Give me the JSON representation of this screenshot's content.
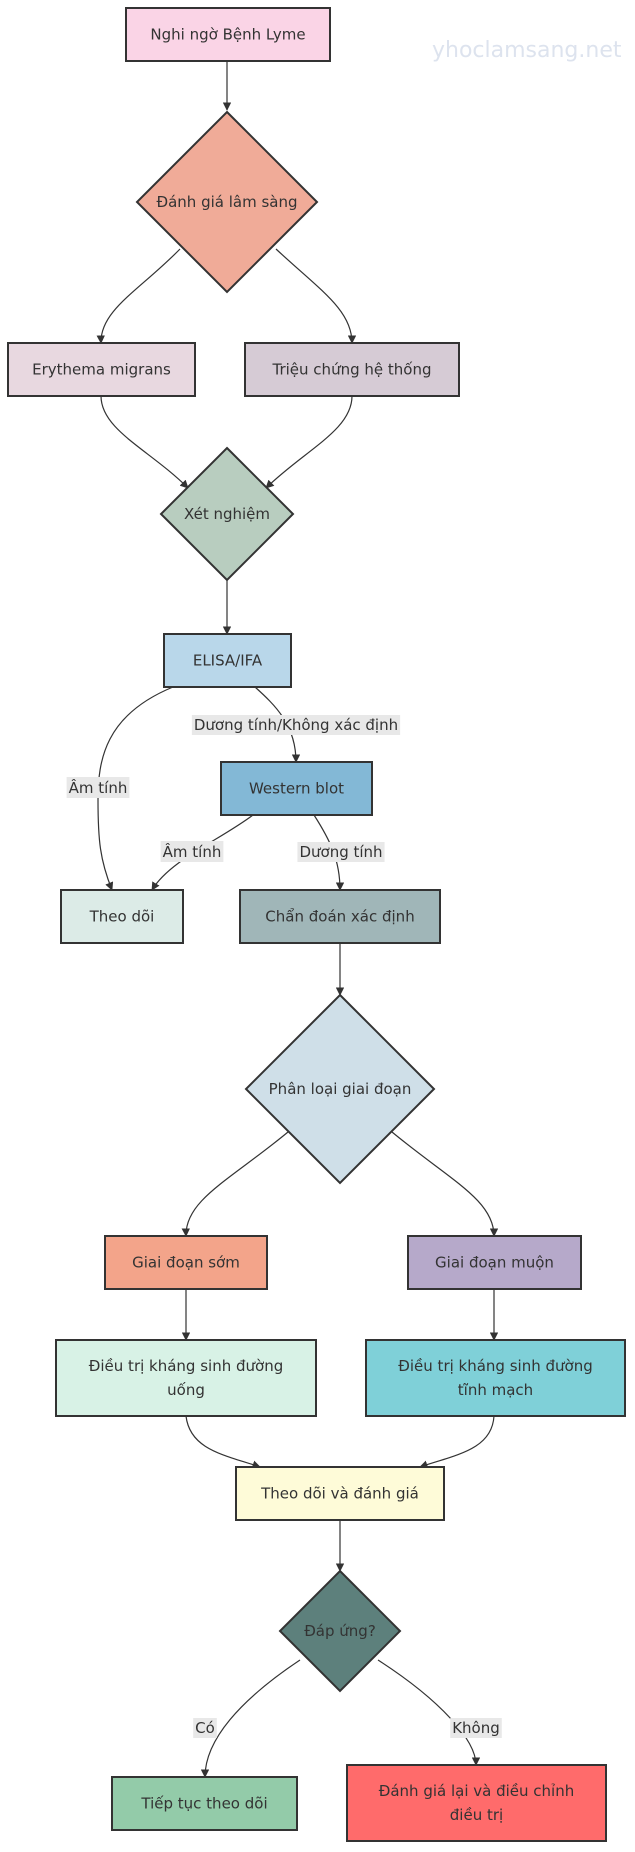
{
  "watermark": "yhoclamsang.net",
  "colors": {
    "stroke": "#333333",
    "edge": "#333333",
    "edge_label_bg": "#e8e8e8"
  },
  "nodes": {
    "suspect": {
      "lines": [
        "Nghi ngờ Bệnh Lyme"
      ],
      "fill": "#fad4e6"
    },
    "clinical": {
      "lines": [
        "Đánh giá lâm sàng"
      ],
      "fill": "#f0ab98"
    },
    "erythema": {
      "lines": [
        "Erythema migrans"
      ],
      "fill": "#e8d8e0"
    },
    "systemic": {
      "lines": [
        "Triệu chứng hệ thống"
      ],
      "fill": "#d6cbd5"
    },
    "testing": {
      "lines": [
        "Xét nghiệm"
      ],
      "fill": "#b8cdbf"
    },
    "elisa": {
      "lines": [
        "ELISA/IFA"
      ],
      "fill": "#b9d7ea"
    },
    "western": {
      "lines": [
        "Western blot"
      ],
      "fill": "#83b8d6"
    },
    "monitor": {
      "lines": [
        "Theo dõi"
      ],
      "fill": "#dcebe7"
    },
    "confirmed": {
      "lines": [
        "Chẩn đoán xác định"
      ],
      "fill": "#a0b6b8"
    },
    "staging": {
      "lines": [
        "Phân loại giai đoạn"
      ],
      "fill": "#cfdfe8"
    },
    "early": {
      "lines": [
        "Giai đoạn sớm"
      ],
      "fill": "#f3a48a"
    },
    "late": {
      "lines": [
        "Giai đoạn muộn"
      ],
      "fill": "#b6a9ca"
    },
    "oral": {
      "lines": [
        "Điều trị kháng sinh đường",
        "uống"
      ],
      "fill": "#d8f2e6"
    },
    "iv": {
      "lines": [
        "Điều trị kháng sinh đường",
        "tĩnh mạch"
      ],
      "fill": "#7fd0d8"
    },
    "followup": {
      "lines": [
        "Theo dõi và đánh giá"
      ],
      "fill": "#fefbd8"
    },
    "response": {
      "lines": [
        "Đáp ứng?"
      ],
      "fill": "#5d807c"
    },
    "continue": {
      "lines": [
        "Tiếp tục theo dõi"
      ],
      "fill": "#93cba9"
    },
    "reassess": {
      "lines": [
        "Đánh giá lại và điều chỉnh",
        "điều trị"
      ],
      "fill": "#ff6b6b"
    }
  },
  "edge_labels": {
    "elisa_positive": "Dương tính/Không xác định",
    "elisa_negative": "Âm tính",
    "western_negative": "Âm tính",
    "western_positive": "Dương tính",
    "yes": "Có",
    "no": "Không"
  }
}
